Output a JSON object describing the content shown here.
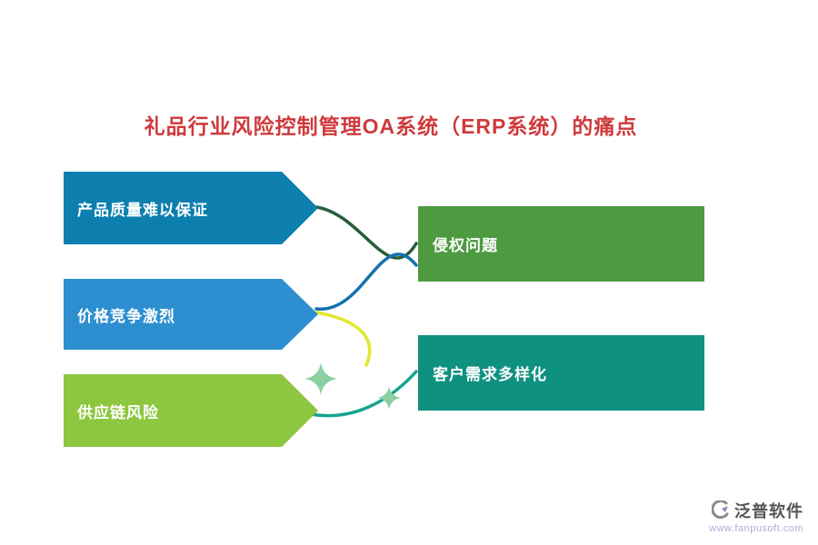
{
  "title": {
    "text": "礼品行业风险控制管理OA系统（ERP系统）的痛点",
    "color": "#cf3a3c"
  },
  "left_arrows": [
    {
      "label": "产品质量难以保证",
      "color": "#0d7fae"
    },
    {
      "label": "价格竞争激烈",
      "color": "#2e8fd0"
    },
    {
      "label": "供应链风险",
      "color": "#8dc63f"
    }
  ],
  "right_boxes": [
    {
      "label": "侵权问题",
      "color": "#4d9a41"
    },
    {
      "label": "客户需求多样化",
      "color": "#0f9180"
    }
  ],
  "connectors": [
    {
      "name": "quality-to-infringement",
      "color": "#285e3b"
    },
    {
      "name": "price-to-infringement",
      "color": "#1472ad"
    },
    {
      "name": "price-to-demand",
      "color": "#dfe832"
    },
    {
      "name": "supply-to-demand",
      "color": "#17a38d"
    }
  ],
  "sparkles": {
    "color": "#8bd0a0"
  },
  "footer": {
    "brand": "泛普软件",
    "url": "www.fanpusoft.com"
  }
}
